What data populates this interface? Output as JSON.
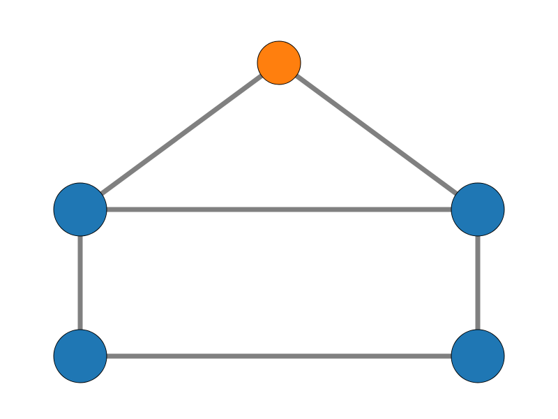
{
  "graph": {
    "type": "undirected",
    "node_count": 5,
    "edge_count": 6,
    "colors": {
      "edge": "#808080",
      "node_default": "#1f77b4",
      "node_highlight": "#ff7f0e",
      "node_outline": "#000000",
      "background": "#ffffff"
    },
    "nodes": [
      {
        "id": "bottom-left",
        "color_role": "node_default"
      },
      {
        "id": "bottom-right",
        "color_role": "node_default"
      },
      {
        "id": "middle-left",
        "color_role": "node_default"
      },
      {
        "id": "middle-right",
        "color_role": "node_default"
      },
      {
        "id": "top",
        "color_role": "node_highlight"
      }
    ],
    "edges": [
      {
        "source": "bottom-left",
        "target": "bottom-right"
      },
      {
        "source": "bottom-left",
        "target": "middle-left"
      },
      {
        "source": "bottom-right",
        "target": "middle-right"
      },
      {
        "source": "middle-left",
        "target": "middle-right"
      },
      {
        "source": "middle-left",
        "target": "top"
      },
      {
        "source": "middle-right",
        "target": "top"
      }
    ]
  }
}
